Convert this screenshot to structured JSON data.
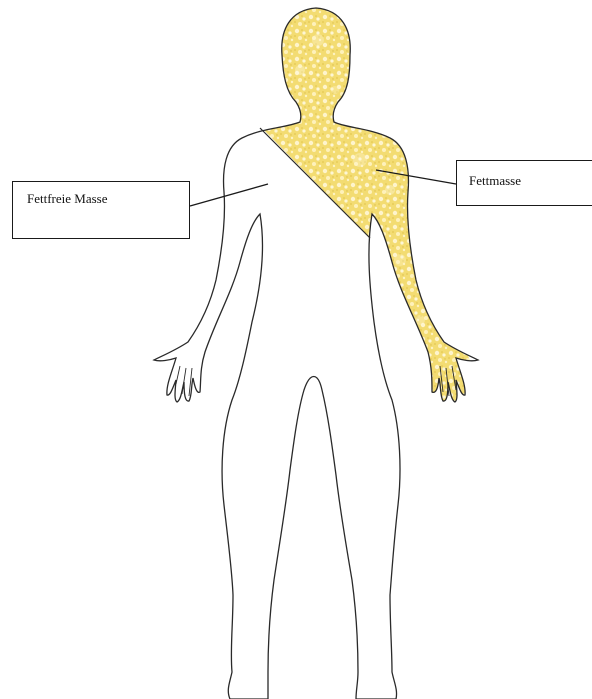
{
  "labels": {
    "lean_mass": "Fettfreie Masse",
    "fat_mass": "Fettmasse"
  },
  "colors": {
    "outline": "#2a2a2a",
    "body_fill": "#ffffff",
    "fat_fill": "#f3dc72",
    "fat_speckle": "#fff7d6",
    "fat_dark_speckle": "#d9b93a",
    "label_border": "#1a1a1a"
  },
  "icons": {
    "figure": "human-body-silhouette"
  }
}
